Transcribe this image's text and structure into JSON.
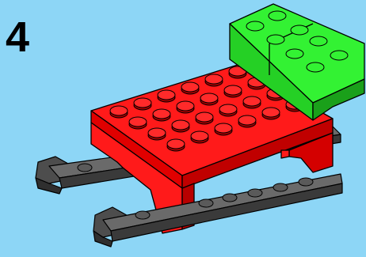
{
  "step": {
    "number": "4"
  },
  "model": {
    "description_colors": {
      "background": "#8dd6f6",
      "red_brick": "#ff1a1a",
      "red_dark": "#b80000",
      "green_brick": "#33f233",
      "green_dark": "#1aa01a",
      "grey_runner": "#5a5a5a",
      "grey_dark": "#333333"
    },
    "parts": [
      {
        "name": "red-plate",
        "color": "red",
        "studs": "6x4"
      },
      {
        "name": "green-slope-brick",
        "color": "green"
      },
      {
        "name": "grey-runner-front",
        "color": "dark-grey"
      },
      {
        "name": "grey-runner-back",
        "color": "dark-grey"
      }
    ]
  }
}
